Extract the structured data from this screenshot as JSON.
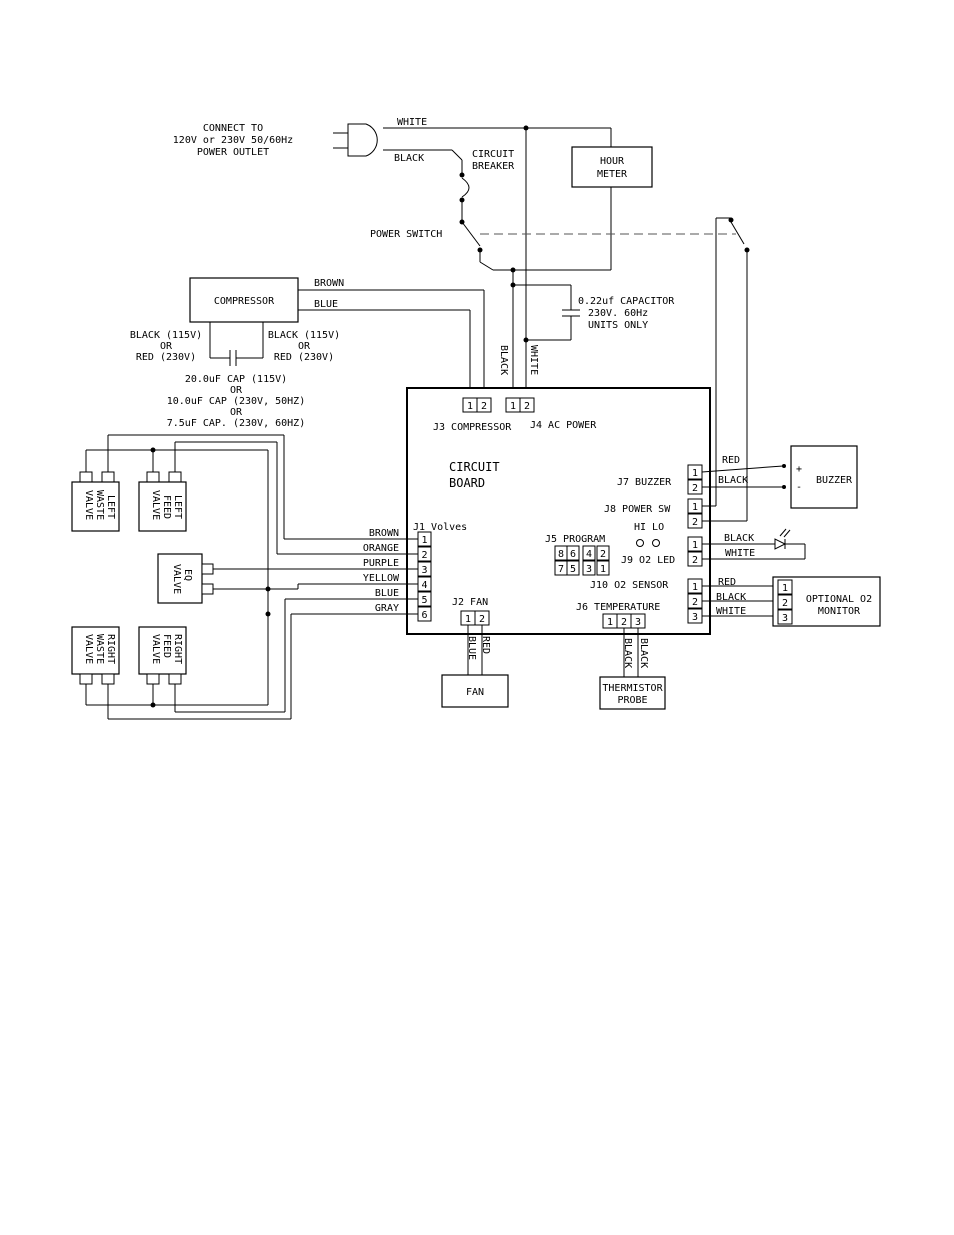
{
  "power": {
    "outlet_line1": "CONNECT TO",
    "outlet_line2": "120V or 230V 50/60Hz",
    "outlet_line3": "POWER OUTLET",
    "white": "WHITE",
    "black": "BLACK",
    "breaker_line1": "CIRCUIT",
    "breaker_line2": "BREAKER",
    "switch": "POWER SWITCH",
    "hour_line1": "HOUR",
    "hour_line2": "METER"
  },
  "capacitor": {
    "line1": "0.22uf CAPACITOR",
    "line2": "230V. 60Hz",
    "line3": "UNITS ONLY"
  },
  "compressor": {
    "label": "COMPRESSOR",
    "brown": "BROWN",
    "blue": "BLUE",
    "left_line1": "BLACK (115V)",
    "left_line2": "OR",
    "left_line3": "RED (230V)",
    "right_line1": "BLACK (115V)",
    "right_line2": "OR",
    "right_line3": "RED (230V)",
    "cap_line1": "20.0uF CAP (115V)",
    "cap_line2": "OR",
    "cap_line3": "10.0uF CAP (230V, 50HZ)",
    "cap_line4": "OR",
    "cap_line5": "7.5uF CAP. (230V, 60HZ)"
  },
  "board": {
    "label_line1": "CIRCUIT",
    "label_line2": "BOARD",
    "j3": "J3 COMPRESSOR",
    "j4": "J4 AC POWER",
    "j4_black": "BLACK",
    "j4_white": "WHITE",
    "j1": "J1 Volves",
    "j5": "J5 PROGRAM",
    "j5_top": [
      "8",
      "6",
      "4",
      "2"
    ],
    "j5_bottom": [
      "7",
      "5",
      "3",
      "1"
    ],
    "j7": "J7 BUZZER",
    "j8": "J8 POWER SW",
    "hilo": "HI LO",
    "j9": "J9 O2 LED",
    "j10": "J10 O2 SENSOR",
    "j6": "J6 TEMPERATURE",
    "j2": "J2 FAN",
    "pin1": "1",
    "pin2": "2",
    "pin3": "3",
    "pin4": "4",
    "pin5": "5",
    "pin6": "6"
  },
  "valves": {
    "wires": [
      "BROWN",
      "ORANGE",
      "PURPLE",
      "YELLOW",
      "BLUE",
      "GRAY"
    ],
    "left_waste": [
      "LEFT",
      "WASTE",
      "VALVE"
    ],
    "left_feed": [
      "LEFT",
      "FEED",
      "VALVE"
    ],
    "eq": [
      "EQ",
      "VALVE"
    ],
    "right_waste": [
      "RIGHT",
      "WASTE",
      "VALVE"
    ],
    "right_feed": [
      "RIGHT",
      "FEED",
      "VALVE"
    ]
  },
  "buzzer": {
    "label": "BUZZER",
    "red": "RED",
    "black": "BLACK",
    "plus": "+",
    "minus": "-"
  },
  "led": {
    "black": "BLACK",
    "white": "WHITE"
  },
  "o2": {
    "red": "RED",
    "black": "BLACK",
    "white": "WHITE",
    "line1": "OPTIONAL O2",
    "line2": "MONITOR"
  },
  "fan": {
    "label": "FAN",
    "blue": "BLUE",
    "red": "RED"
  },
  "thermistor": {
    "line1": "THERMISTOR",
    "line2": "PROBE",
    "black1": "BLACK",
    "black2": "BLACK"
  }
}
